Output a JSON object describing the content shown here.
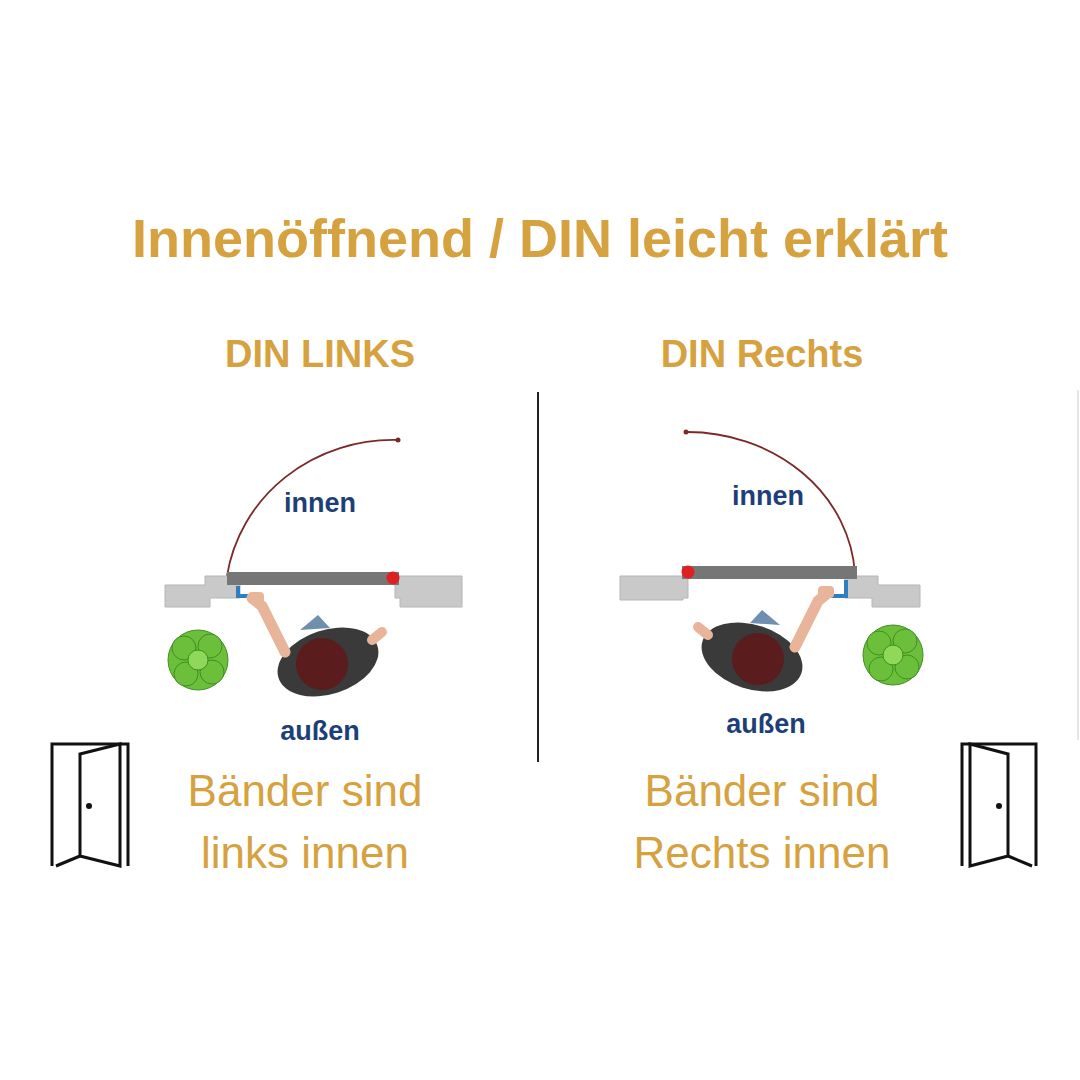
{
  "diagram": {
    "title": "Innenöffnend / DIN leicht erklärt",
    "labels": [
      "DIN LINKS",
      "innen",
      "außen",
      "Bänder sind links innen",
      "DIN Rechts",
      "innen",
      "außen",
      "Bänder sind Rechts innen"
    ]
  }
}
